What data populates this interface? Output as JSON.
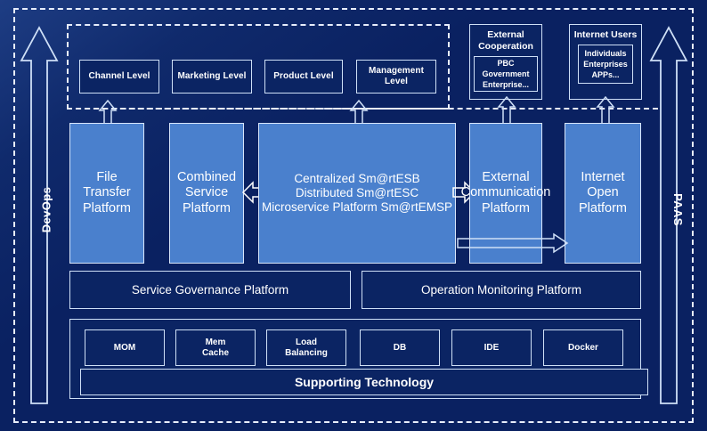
{
  "diagram": {
    "title": "Enterprise Service Platform Architecture",
    "colors": {
      "background": "#0a2161",
      "dark_node": "#0b2463",
      "light_node": "#4a80cd",
      "stroke": "#cfe0f7",
      "text": "#ffffff"
    }
  },
  "side_arrows": {
    "left": {
      "label": "DevOps",
      "direction": "up"
    },
    "right": {
      "label": "PAAS",
      "direction": "up"
    }
  },
  "application_levels": [
    {
      "label": "Channel Level"
    },
    {
      "label": "Marketing Level"
    },
    {
      "label": "Product Level"
    },
    {
      "label": "Management Level"
    }
  ],
  "external_groups": [
    {
      "title": "External Cooperation",
      "members": "PBC Government Enterprise..."
    },
    {
      "title": "Internet Users",
      "members": "Individuals Enterprises APPs..."
    }
  ],
  "platforms": [
    {
      "label": "File Transfer Platform"
    },
    {
      "label": "Combined Service Platform"
    },
    {
      "label": "Centralized Sm@rtESB\nDistributed Sm@rtESC\nMicroservice Platform Sm@rtEMSP",
      "lines": [
        "Centralized Sm@rtESB",
        "Distributed Sm@rtESC",
        "Microservice Platform Sm@rtEMSP"
      ]
    },
    {
      "label": "External Communication Platform"
    },
    {
      "label": "Internet Open Platform"
    }
  ],
  "platform_lines": {
    "file_transfer": [
      "File",
      "Transfer",
      "Platform"
    ],
    "combined_service": [
      "Combined",
      "Service",
      "Platform"
    ],
    "core": [
      "Centralized Sm@rtESB",
      "Distributed Sm@rtESC",
      "Microservice Platform Sm@rtEMSP"
    ],
    "external_comm": [
      "External",
      "Communication",
      "Platform"
    ],
    "internet_open": [
      "Internet",
      "Open",
      "Platform"
    ]
  },
  "management_platforms": [
    {
      "label": "Service Governance Platform"
    },
    {
      "label": "Operation Monitoring Platform"
    }
  ],
  "supporting_technologies": [
    {
      "label": "MOM",
      "lines": [
        "MOM"
      ]
    },
    {
      "label": "Mem Cache",
      "lines": [
        "Mem",
        "Cache"
      ]
    },
    {
      "label": "Load Balancing",
      "lines": [
        "Load",
        "Balancing"
      ]
    },
    {
      "label": "DB",
      "lines": [
        "DB"
      ]
    },
    {
      "label": "IDE",
      "lines": [
        "IDE"
      ]
    },
    {
      "label": "Docker",
      "lines": [
        "Docker"
      ]
    }
  ],
  "supporting_banner": {
    "label": "Supporting Technology"
  },
  "connectors": [
    {
      "name": "file-transfer-to-channel",
      "direction": "up"
    },
    {
      "name": "core-to-management-level",
      "direction": "up"
    },
    {
      "name": "external-comm-to-external-cooperation",
      "direction": "up"
    },
    {
      "name": "internet-open-to-internet-users",
      "direction": "up"
    },
    {
      "name": "core-to-combined-service",
      "direction": "left"
    },
    {
      "name": "core-to-external-comm",
      "direction": "right"
    },
    {
      "name": "core-to-internet-open",
      "direction": "right"
    }
  ]
}
